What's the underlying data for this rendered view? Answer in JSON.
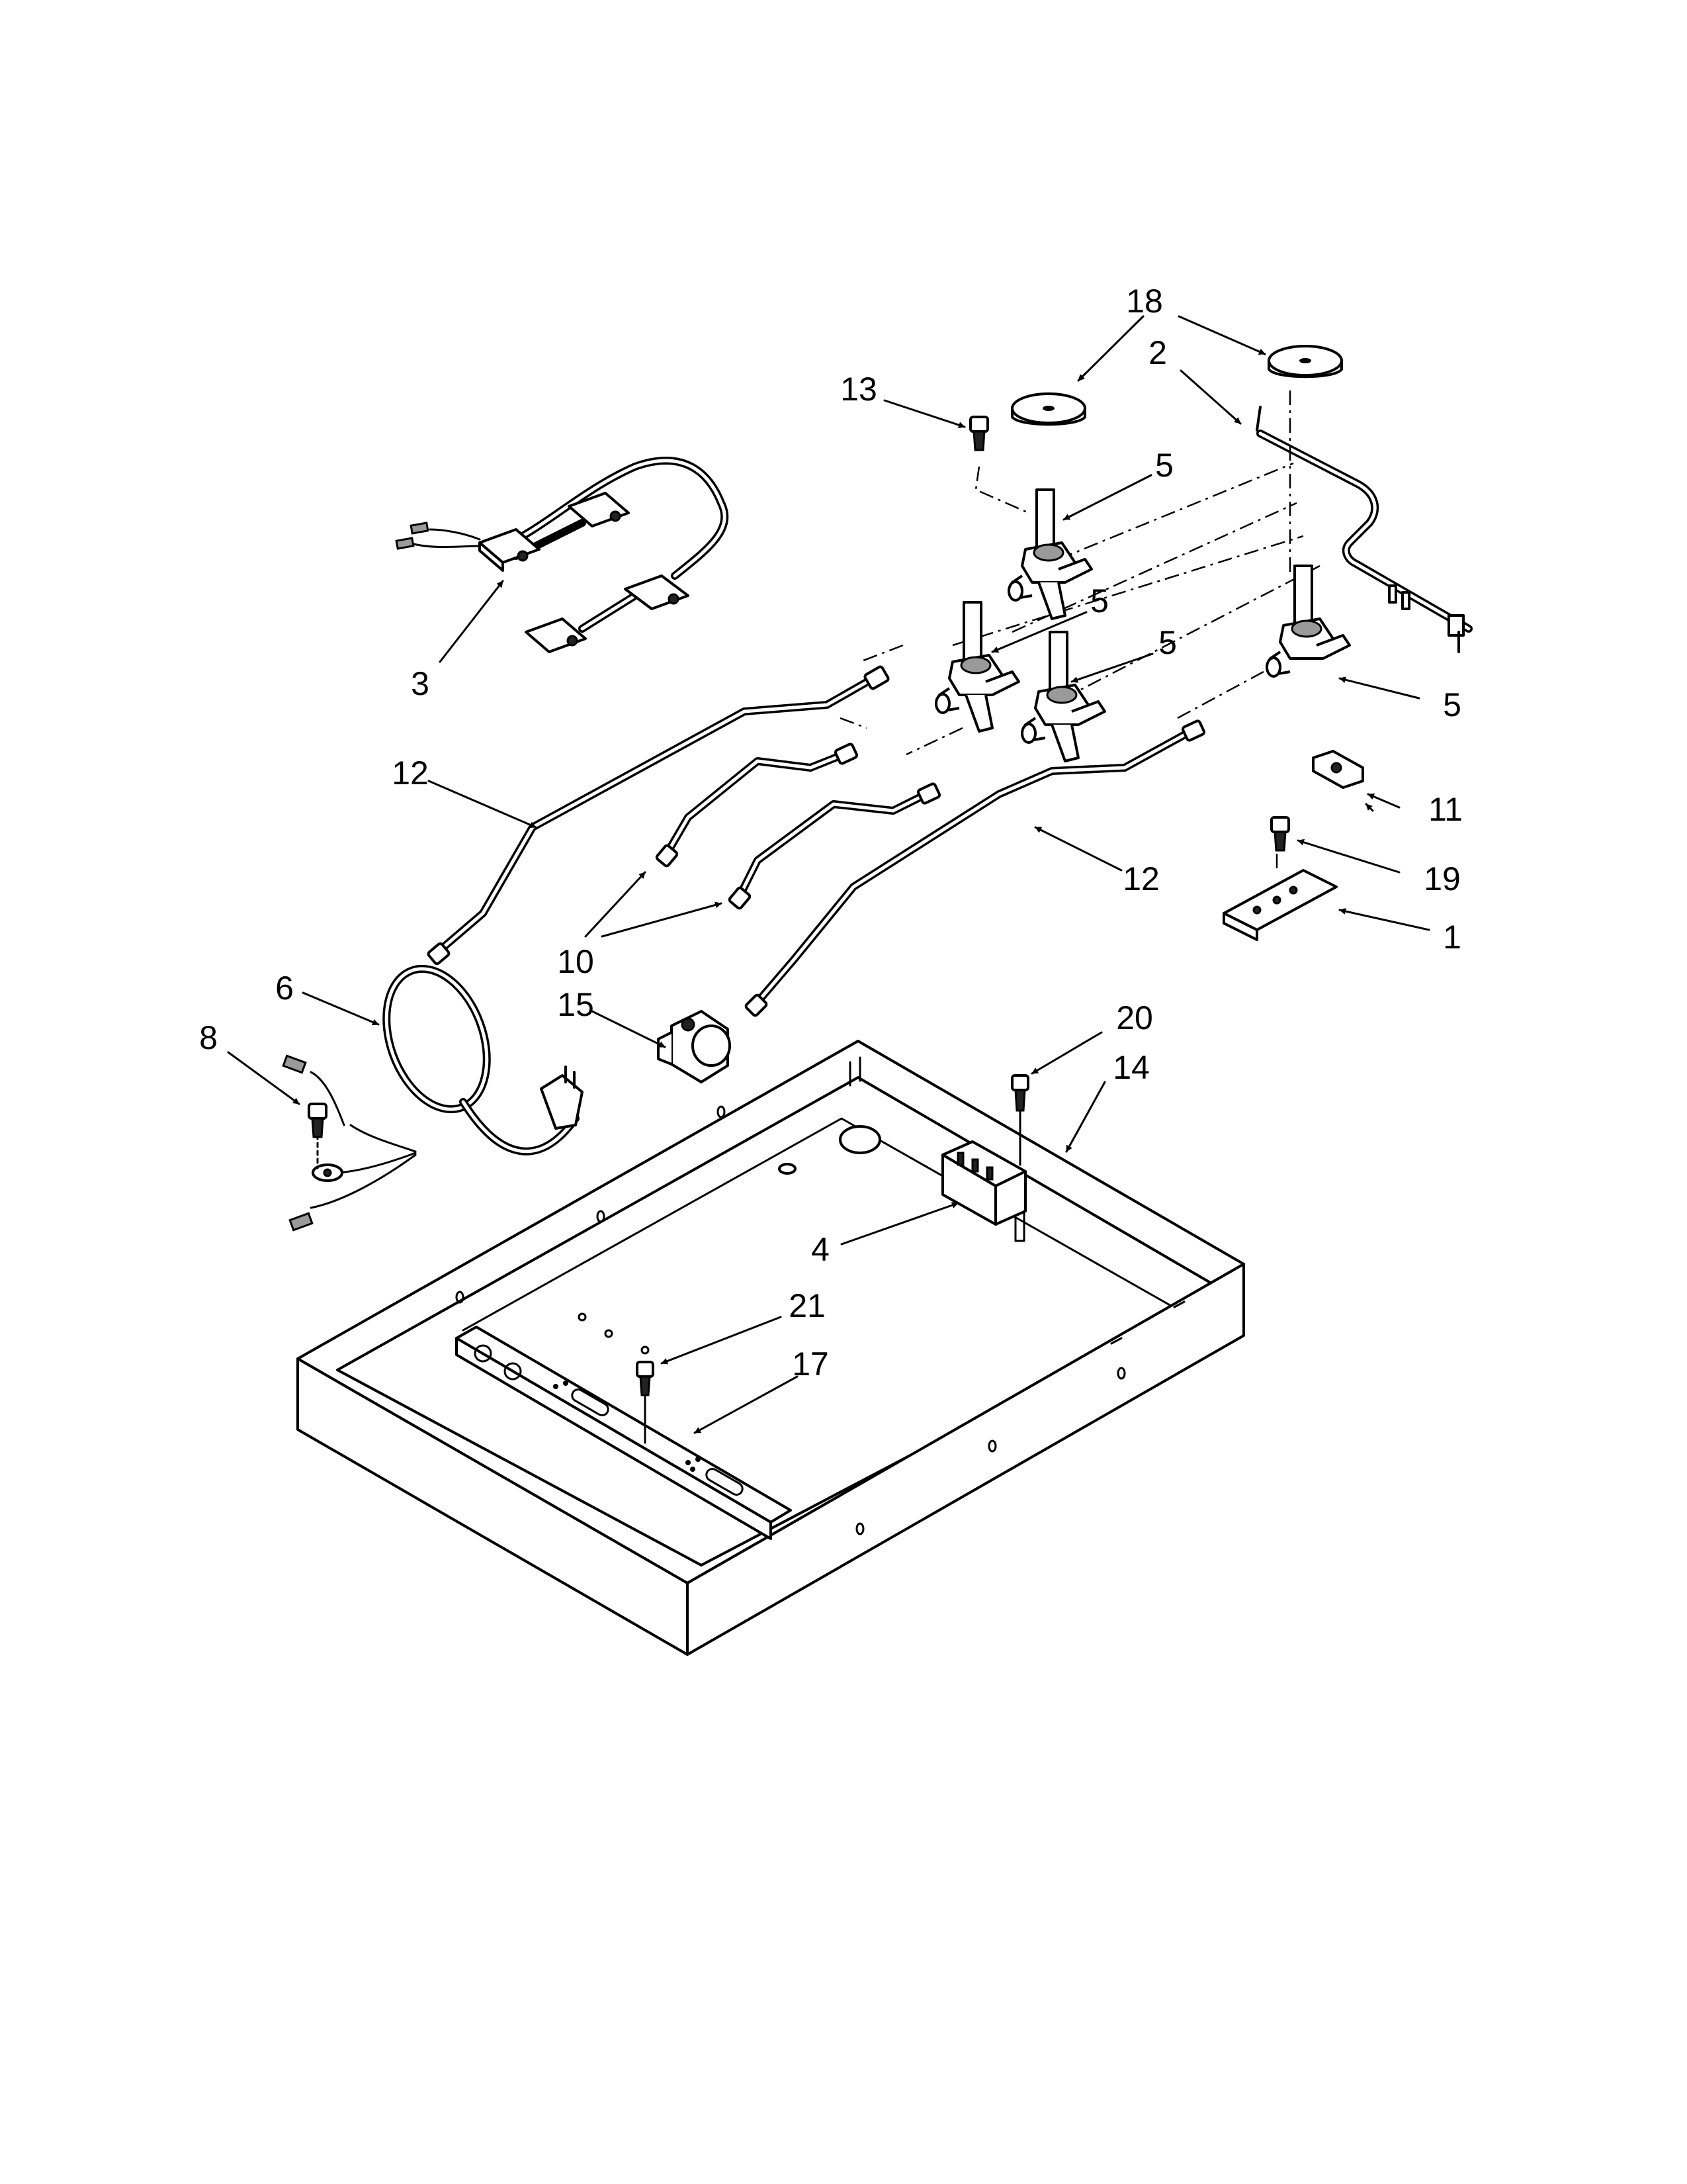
{
  "callouts": {
    "p1": "1",
    "p2": "2",
    "p3": "3",
    "p4": "4",
    "p5a": "5",
    "p5b": "5",
    "p5c": "5",
    "p5d": "5",
    "p6": "6",
    "p8": "8",
    "p10": "10",
    "p11": "11",
    "p12a": "12",
    "p12b": "12",
    "p13": "13",
    "p14": "14",
    "p15": "15",
    "p17": "17",
    "p18": "18",
    "p19": "19",
    "p20": "20",
    "p21": "21"
  }
}
